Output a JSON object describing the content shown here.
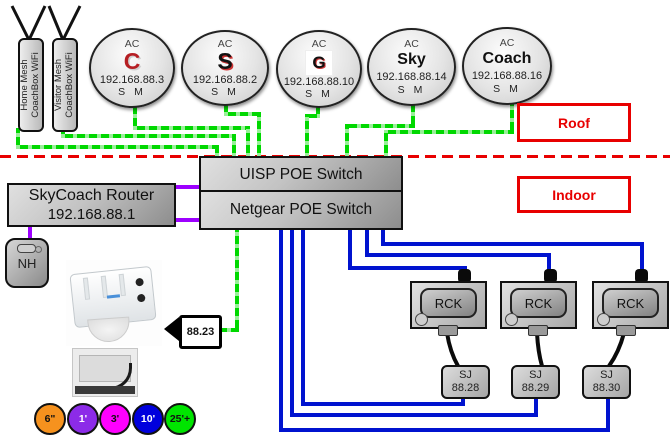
{
  "colors": {
    "line_green": "#00d800",
    "line_blue": "#0013cf",
    "line_purple": "#9d00ff",
    "zone_red": "#e80000"
  },
  "wifi_units": [
    {
      "line1": "Home Mesh",
      "line2": "CoachBox WiFi"
    },
    {
      "line1": "Visitor Mesh",
      "line2": "CoachBox WiFi"
    }
  ],
  "aps": [
    {
      "type_label": "AC",
      "logo": "C",
      "ip": "192.168.88.3",
      "bands": "S M"
    },
    {
      "type_label": "AC",
      "logo": "S",
      "ip": "192.168.88.2",
      "bands": "S M"
    },
    {
      "type_label": "AC",
      "logo": "G",
      "ip": "192.168.88.10",
      "bands": "S M"
    },
    {
      "type_label": "AC",
      "name": "Sky",
      "ip": "192.168.88.14",
      "bands": "S M"
    },
    {
      "type_label": "AC",
      "name": "Coach",
      "ip": "192.168.88.16",
      "bands": "S M"
    }
  ],
  "zones": {
    "roof": "Roof",
    "indoor": "Indoor"
  },
  "switches": {
    "uisp": "UISP POE Switch",
    "netgear": "Netgear POE Switch"
  },
  "router": {
    "name": "SkyCoach Router",
    "ip": "192.168.88.1"
  },
  "nh": {
    "label": "NH"
  },
  "camera": {
    "ip_label": "88.23"
  },
  "rck_units": [
    {
      "label": "RCK"
    },
    {
      "label": "RCK"
    },
    {
      "label": "RCK"
    }
  ],
  "sj_units": [
    {
      "label": "SJ",
      "ip": "88.28"
    },
    {
      "label": "SJ",
      "ip": "88.29"
    },
    {
      "label": "SJ",
      "ip": "88.30"
    }
  ],
  "legend": [
    {
      "label": "6\"",
      "color": "#F6921E"
    },
    {
      "label": "1'",
      "color": "#8C2BE8"
    },
    {
      "label": "3'",
      "color": "#FF00FF"
    },
    {
      "label": "10'",
      "color": "#0000DD"
    },
    {
      "label": "25'+",
      "color": "#00E400"
    }
  ]
}
